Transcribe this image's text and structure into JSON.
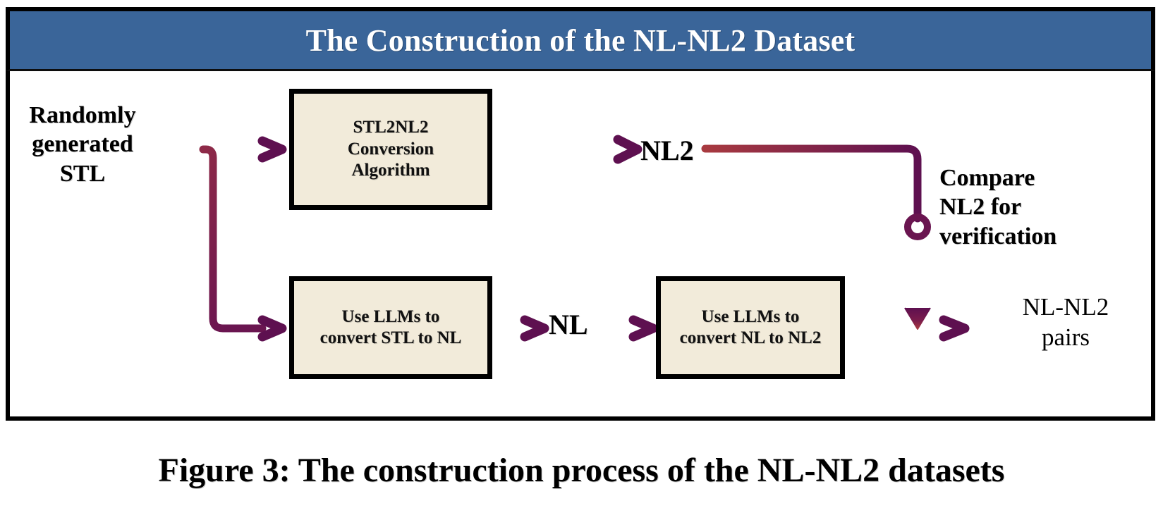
{
  "figure": {
    "caption": "Figure 3: The construction process of the NL-NL2 datasets",
    "title": "The Construction of the NL-NL2 Dataset"
  },
  "colors": {
    "title_band_background": "#3A6599",
    "title_band_text": "#FFFFFF",
    "box_fill": "#F2EBDA",
    "box_border": "#000000",
    "frame_border": "#000000",
    "arrow_gradient_start": "#B03A3A",
    "arrow_gradient_end": "#5E1050",
    "page_background": "#FFFFFF"
  },
  "diagram": {
    "type": "flowchart",
    "nodes": [
      {
        "id": "randomly-generated-stl",
        "kind": "label",
        "text": "Randomly generated STL",
        "lines": [
          "Randomly",
          "generated",
          "STL"
        ]
      },
      {
        "id": "stl2nl2-conversion-algorithm",
        "kind": "process-box",
        "text": "STL2NL2 Conversion Algorithm",
        "lines": [
          "STL2NL2",
          "Conversion",
          "Algorithm"
        ]
      },
      {
        "id": "nl2",
        "kind": "label",
        "text": "NL2",
        "lines": [
          "NL2"
        ]
      },
      {
        "id": "use-llms-convert-stl-to-nl",
        "kind": "process-box",
        "text": "Use LLMs to convert STL to NL",
        "lines": [
          "Use LLMs to",
          "convert STL to NL"
        ]
      },
      {
        "id": "nl",
        "kind": "label",
        "text": "NL",
        "lines": [
          "NL"
        ]
      },
      {
        "id": "use-llms-convert-nl-to-nl2",
        "kind": "process-box",
        "text": "Use LLMs to convert NL to NL2",
        "lines": [
          "Use LLMs to",
          "convert NL to NL2"
        ]
      },
      {
        "id": "compare-nl2-for-verification",
        "kind": "label",
        "text": "Compare NL2 for verification",
        "lines": [
          "Compare",
          "NL2 for",
          "verification"
        ]
      },
      {
        "id": "nl-nl2-pairs",
        "kind": "label",
        "text": "NL-NL2 pairs",
        "lines": [
          "NL-NL2",
          "pairs"
        ]
      }
    ],
    "edges": [
      {
        "id": "edge-stl-to-stl2nl2",
        "from": "randomly-generated-stl",
        "to": "stl2nl2-conversion-algorithm",
        "arrow": true
      },
      {
        "id": "edge-stl-to-llm-stl-nl",
        "from": "randomly-generated-stl",
        "to": "use-llms-convert-stl-to-nl",
        "arrow": true
      },
      {
        "id": "edge-stl2nl2-to-nl2",
        "from": "stl2nl2-conversion-algorithm",
        "to": "nl2",
        "arrow": true
      },
      {
        "id": "edge-nl2-to-junction",
        "from": "nl2",
        "to": "compare-nl2-for-verification",
        "arrow": false
      },
      {
        "id": "edge-junction-to-merge",
        "from": "compare-nl2-for-verification",
        "to": "nl-nl2-pairs",
        "arrow": true
      },
      {
        "id": "edge-llm-stl-nl-to-nl",
        "from": "use-llms-convert-stl-to-nl",
        "to": "nl",
        "arrow": true
      },
      {
        "id": "edge-nl-to-llm-nl-nl2",
        "from": "nl",
        "to": "use-llms-convert-nl-to-nl2",
        "arrow": true
      },
      {
        "id": "edge-llm-nl-nl2-to-pairs",
        "from": "use-llms-convert-nl-to-nl2",
        "to": "nl-nl2-pairs",
        "arrow": true
      }
    ]
  }
}
